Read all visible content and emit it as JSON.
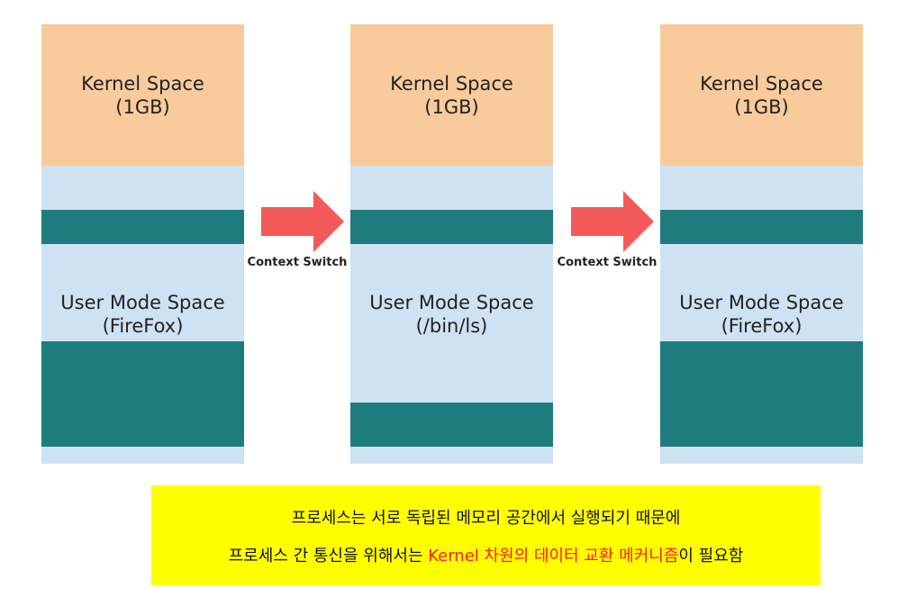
{
  "columns": [
    {
      "kernel_title": "Kernel Space",
      "kernel_size": "(1GB)",
      "user_title": "User Mode Space",
      "user_process": "(FireFox)"
    },
    {
      "kernel_title": "Kernel Space",
      "kernel_size": "(1GB)",
      "user_title": "User Mode Space",
      "user_process": "(/bin/ls)"
    },
    {
      "kernel_title": "Kernel Space",
      "kernel_size": "(1GB)",
      "user_title": "User Mode Space",
      "user_process": "(FireFox)"
    }
  ],
  "arrows": [
    {
      "label": "Context Switch"
    },
    {
      "label": "Context Switch"
    }
  ],
  "colors": {
    "kernel": "#f9cb9c",
    "user": "#cfe2f3",
    "memory_block": "#1e7b7e",
    "arrow": "#f55a5a",
    "note_background": "#ffff00",
    "highlight_text": "#ff1a1a"
  },
  "note": {
    "line1": "프로세스는 서로 독립된 메모리 공간에서 실행되기 때문에",
    "line2_prefix": "프로세스 간 통신을 위해서는 ",
    "line2_highlight": "Kernel 차원의 데이터 교환 메커니즘",
    "line2_suffix": "이 필요함"
  }
}
